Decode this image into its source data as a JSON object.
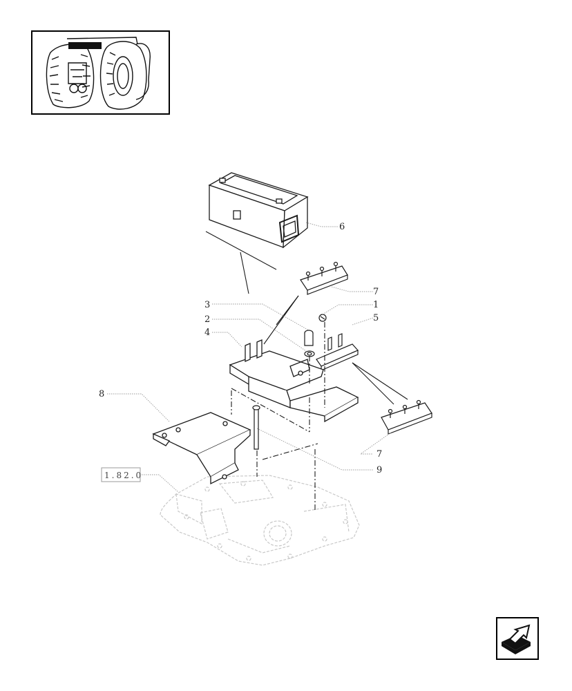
{
  "thumbnail": {
    "icon": "tractor-front-view-icon"
  },
  "callouts": [
    {
      "id": "c6a",
      "text": "6"
    },
    {
      "id": "c7a",
      "text": "7"
    },
    {
      "id": "c3",
      "text": "3"
    },
    {
      "id": "c1",
      "text": "1"
    },
    {
      "id": "c2",
      "text": "2"
    },
    {
      "id": "c5",
      "text": "5"
    },
    {
      "id": "c4",
      "text": "4"
    },
    {
      "id": "c8",
      "text": "8"
    },
    {
      "id": "c7b",
      "text": "7"
    },
    {
      "id": "c9",
      "text": "9"
    }
  ],
  "reference": {
    "label": "1.82.0"
  },
  "navigation": {
    "icon": "next-page-arrow-icon"
  },
  "colors": {
    "line": "#1a1a1a",
    "leader": "#9a9a9a",
    "ghost": "#c8c8c8"
  }
}
